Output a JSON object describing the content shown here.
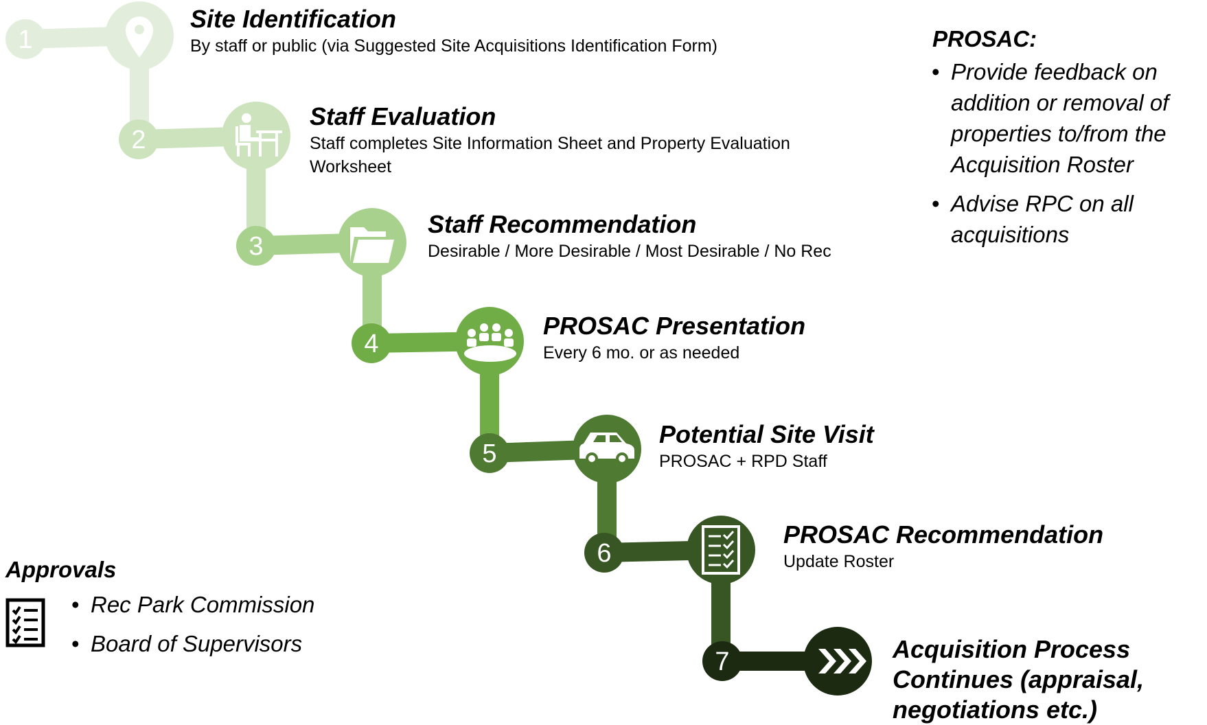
{
  "steps": [
    {
      "number": "1",
      "icon": "map-pin-icon",
      "title": "Site Identification",
      "description": [
        "By staff or public (via Suggested Site Acquisitions Identification Form)"
      ]
    },
    {
      "number": "2",
      "icon": "person-at-desk-icon",
      "title": "Staff Evaluation",
      "description": [
        "Staff completes Site Information Sheet and Property Evaluation",
        "Worksheet"
      ]
    },
    {
      "number": "3",
      "icon": "folder-icon",
      "title": "Staff Recommendation",
      "description": [
        "Desirable / More Desirable / Most Desirable / No Rec"
      ]
    },
    {
      "number": "4",
      "icon": "meeting-icon",
      "title": "PROSAC Presentation",
      "description": [
        "Every 6 mo. or as needed"
      ]
    },
    {
      "number": "5",
      "icon": "car-icon",
      "title": "Potential Site Visit",
      "description": [
        "PROSAC + RPD Staff"
      ]
    },
    {
      "number": "6",
      "icon": "checklist-icon",
      "title": "PROSAC Recommendation",
      "description": [
        "Update Roster"
      ]
    },
    {
      "number": "7",
      "icon": "fast-forward-icon",
      "title": "Acquisition Process Continues (appraisal, negotiations etc.)",
      "description": []
    }
  ],
  "colors": [
    "#e2eedb",
    "#cde3be",
    "#a9d18e",
    "#70ad47",
    "#4e7a32",
    "#375623",
    "#1b2a11"
  ],
  "prosac": {
    "title": "PROSAC:",
    "items": [
      "Provide feedback on addition or removal of properties to/from the Acquisition Roster",
      "Advise RPC on all acquisitions"
    ]
  },
  "approvals": {
    "title": "Approvals",
    "icon": "checklist-icon",
    "items": [
      "Rec Park Commission",
      "Board of Supervisors"
    ]
  }
}
